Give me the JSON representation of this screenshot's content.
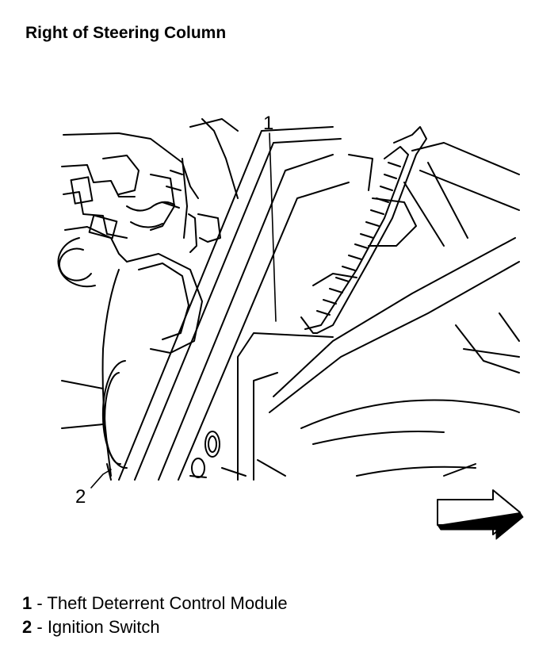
{
  "title": "Right of Steering Column",
  "callouts": [
    {
      "number": "1",
      "label": "Theft Deterrent Control Module"
    },
    {
      "number": "2",
      "label": "Ignition Switch"
    }
  ],
  "legend_separator": " - ",
  "direction_icon": "arrow-right-icon",
  "colors": {
    "line": "#000000",
    "background": "#ffffff"
  }
}
